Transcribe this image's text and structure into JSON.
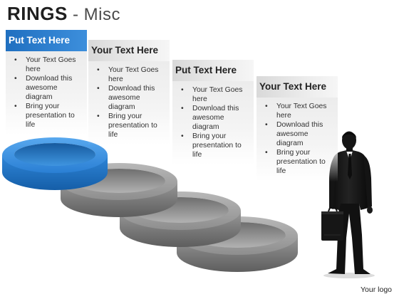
{
  "title": {
    "main": "RINGS",
    "separator": " - ",
    "sub": "Misc"
  },
  "steps": [
    {
      "heading": "Put Text Here",
      "highlight": true,
      "bullets": [
        "Your Text Goes here",
        "Download this awesome diagram",
        "Bring your presentation to life"
      ]
    },
    {
      "heading": "Your Text Here",
      "highlight": false,
      "bullets": [
        "Your Text Goes here",
        "Download this awesome diagram",
        "Bring your presentation to life"
      ]
    },
    {
      "heading": "Put Text Here",
      "highlight": false,
      "bullets": [
        "Your Text Goes here",
        "Download this awesome diagram",
        "Bring your presentation to life"
      ]
    },
    {
      "heading": "Your Text Here",
      "highlight": false,
      "bullets": [
        "Your Text Goes here",
        "Download this awesome diagram",
        "Bring your presentation to life"
      ]
    }
  ],
  "rings": [
    {
      "color": "blue",
      "highlight": true
    },
    {
      "color": "gray",
      "highlight": false
    },
    {
      "color": "gray",
      "highlight": false
    },
    {
      "color": "gray",
      "highlight": false
    }
  ],
  "figure": {
    "icon": "businessman-with-briefcase-icon"
  },
  "colors": {
    "accent_blue": "#2a7fd4",
    "ring_gray": "#8c8c8c",
    "title": "#1f1f1f"
  },
  "footer": {
    "logo_text": "Your logo"
  }
}
